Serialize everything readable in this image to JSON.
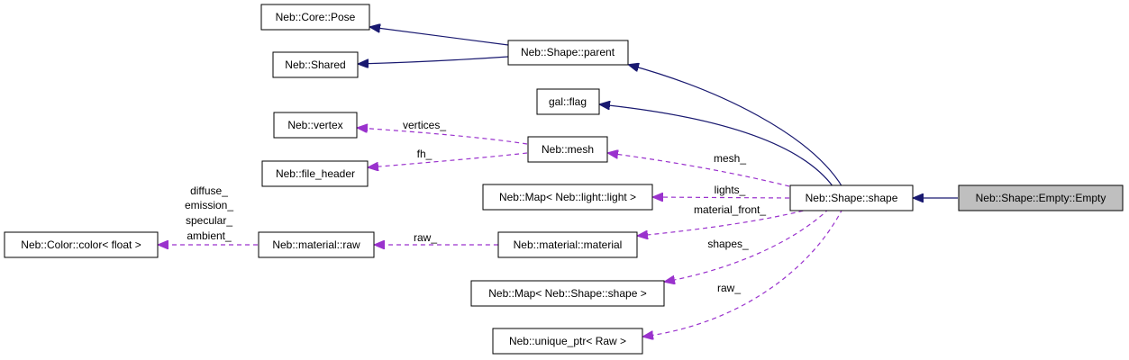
{
  "colors": {
    "inheritance": "#191970",
    "usage": "#9a32cd",
    "highlight_fill": "#bfbfbf"
  },
  "nodes": {
    "empty": "Neb::Shape::Empty::Empty",
    "shape": "Neb::Shape::shape",
    "parent": "Neb::Shape::parent",
    "pose": "Neb::Core::Pose",
    "shared": "Neb::Shared",
    "flag": "gal::flag",
    "mesh": "Neb::mesh",
    "vertex": "Neb::vertex",
    "file_header": "Neb::file_header",
    "map_light": "Neb::Map< Neb::light::light >",
    "material": "Neb::material::material",
    "raw": "Neb::material::raw",
    "color": "Neb::Color::color< float >",
    "map_shape": "Neb::Map< Neb::Shape::shape >",
    "unique_ptr": "Neb::unique_ptr< Raw >"
  },
  "edge_labels": {
    "vertices": "vertices_",
    "fh": "fh_",
    "mesh": "mesh_",
    "lights": "lights_",
    "material_front": "material_front_",
    "raw_material": "raw_",
    "shapes": "shapes_",
    "raw_ptr": "raw_",
    "diffuse": "diffuse_",
    "emission": "emission_",
    "specular": "specular_",
    "ambient": "ambient_"
  }
}
